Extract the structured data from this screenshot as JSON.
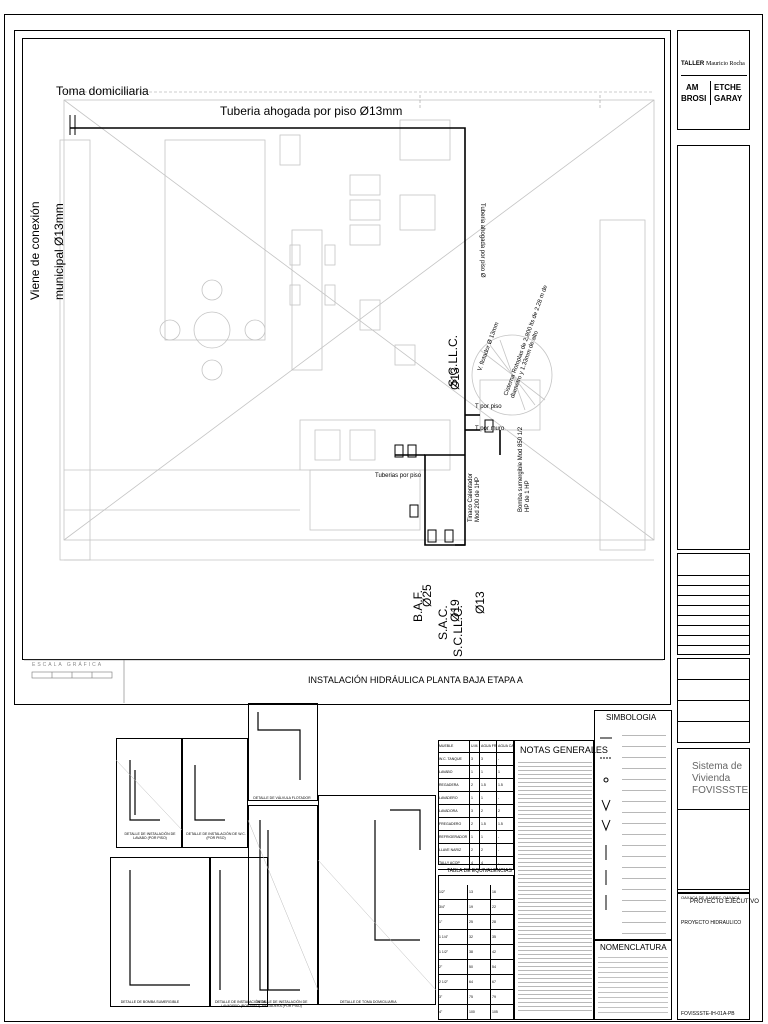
{
  "plan": {
    "toma_label": "Toma domiciliaria",
    "tuberia_label": "Tuberia ahogada por piso Ø13mm",
    "viene_label_1": "Viene de conexión",
    "viene_label_2": "municipal Ø13mm",
    "tuberia_piso_vertical": "Tuberia ahogada por piso Ø",
    "scllc_1": "S.C.LL.C.",
    "scllc_1_dim": "Ø13",
    "tuberias_por_piso": "Tuberias por piso",
    "t_por_piso": "T por piso",
    "t_por_muro": "T por muro",
    "v_flotador": "V. flotador Ø 13mm",
    "cisterna": "Cisterna Rotoplas de 2,800 lts de 2.28 m de diametro y 1.33mm de alto",
    "bomba": "Bomba sumergible Mod 850 1/2 HP de 1 HP",
    "calentador": "Tinaco Calentador Mod 200 de 1HP",
    "baf": "B.A.F.",
    "baf_dim": "Ø25",
    "sac": "S.A.C.",
    "sac_dim": "Ø19",
    "scllc_2": "S.C.LL.C.",
    "scllc_2_dim": "Ø13",
    "escala_label": "ESCALA GRÁFICA",
    "title": "INSTALACIÓN HIDRÁULICA PLANTA BAJA ETAPA A"
  },
  "title_block": {
    "taller": "TALLER",
    "author": "Mauricio Rocha",
    "am": "AM",
    "brosi": "BROSI",
    "etche": "ETCHE",
    "garay": "GARAY",
    "sistema_1": "Sistema de",
    "sistema_2": "Vivienda",
    "sistema_3": "FOVISSSTE",
    "location": "OAXACA DE JUAREZ, OAXACA",
    "proyecto": "PROYECTO EJECUTIVO",
    "proyecto_sub": "PROYECTO HIDRAULICO",
    "clave": "FOVISSSTE-IH-01A-PB"
  },
  "details": {
    "lavabo": "DETALLE DE INSTALACIÓN DE LAVABO (POR PISO)",
    "wc": "DETALLE DE INSTALACIÓN DE W.C. (POR PISO)",
    "flotador": "DETALLE DE VÁLVULA FLOTADOR",
    "bomba": "DETALLE DE BOMBA SUMERGIBLE",
    "lavadero": "DETALLE DE INSTALACIÓN DE LAVADERO (POR PISO)",
    "regadera": "DETALLE DE INSTALACIÓN DE REGADERA (POR PISO)",
    "toma": "DETALLE DE TOMA DOMICILIARIA"
  },
  "tables": {
    "muebles_header": [
      "MUEBLE",
      "U.M.",
      "AGUA FRIA",
      "AGUA CALIENTE"
    ],
    "muebles": [
      [
        "W.C. TANQUE",
        "3",
        "3",
        "-"
      ],
      [
        "LAVABO",
        "1",
        "1",
        "1"
      ],
      [
        "REGADERA",
        "2",
        "1.5",
        "1.5"
      ],
      [
        "LAVADERO",
        "1",
        "1",
        "-"
      ],
      [
        "LAVADORA",
        "3",
        "2",
        "2"
      ],
      [
        "FREGADERO",
        "2",
        "1.5",
        "1.5"
      ],
      [
        "REFRIGERADOR",
        "1",
        "1",
        "-"
      ],
      [
        "LLAVE NARIZ",
        "2",
        "2",
        "-"
      ],
      [
        "TALLY ACOP",
        "4",
        "4",
        "-"
      ]
    ],
    "equivalencias_title": "TABLA DE EQUIVALENCIAS",
    "equivalencias": [
      [
        "1/2\"",
        "13",
        "16"
      ],
      [
        "3/4\"",
        "19",
        "22"
      ],
      [
        "1\"",
        "25",
        "28"
      ],
      [
        "1 1/4\"",
        "32",
        "35"
      ],
      [
        "1 1/2\"",
        "38",
        "42"
      ],
      [
        "2\"",
        "50",
        "54"
      ],
      [
        "2 1/2\"",
        "64",
        "67"
      ],
      [
        "3\"",
        "75",
        "79"
      ],
      [
        "4\"",
        "100",
        "105"
      ]
    ],
    "notas_title": "NOTAS GENERALES",
    "simbologia_title": "SIMBOLOGIA",
    "nomenclatura_title": "NOMENCLATURA"
  },
  "colors": {
    "line": "#000000",
    "faint": "#b8b8b8",
    "light": "#d9d9d9"
  }
}
